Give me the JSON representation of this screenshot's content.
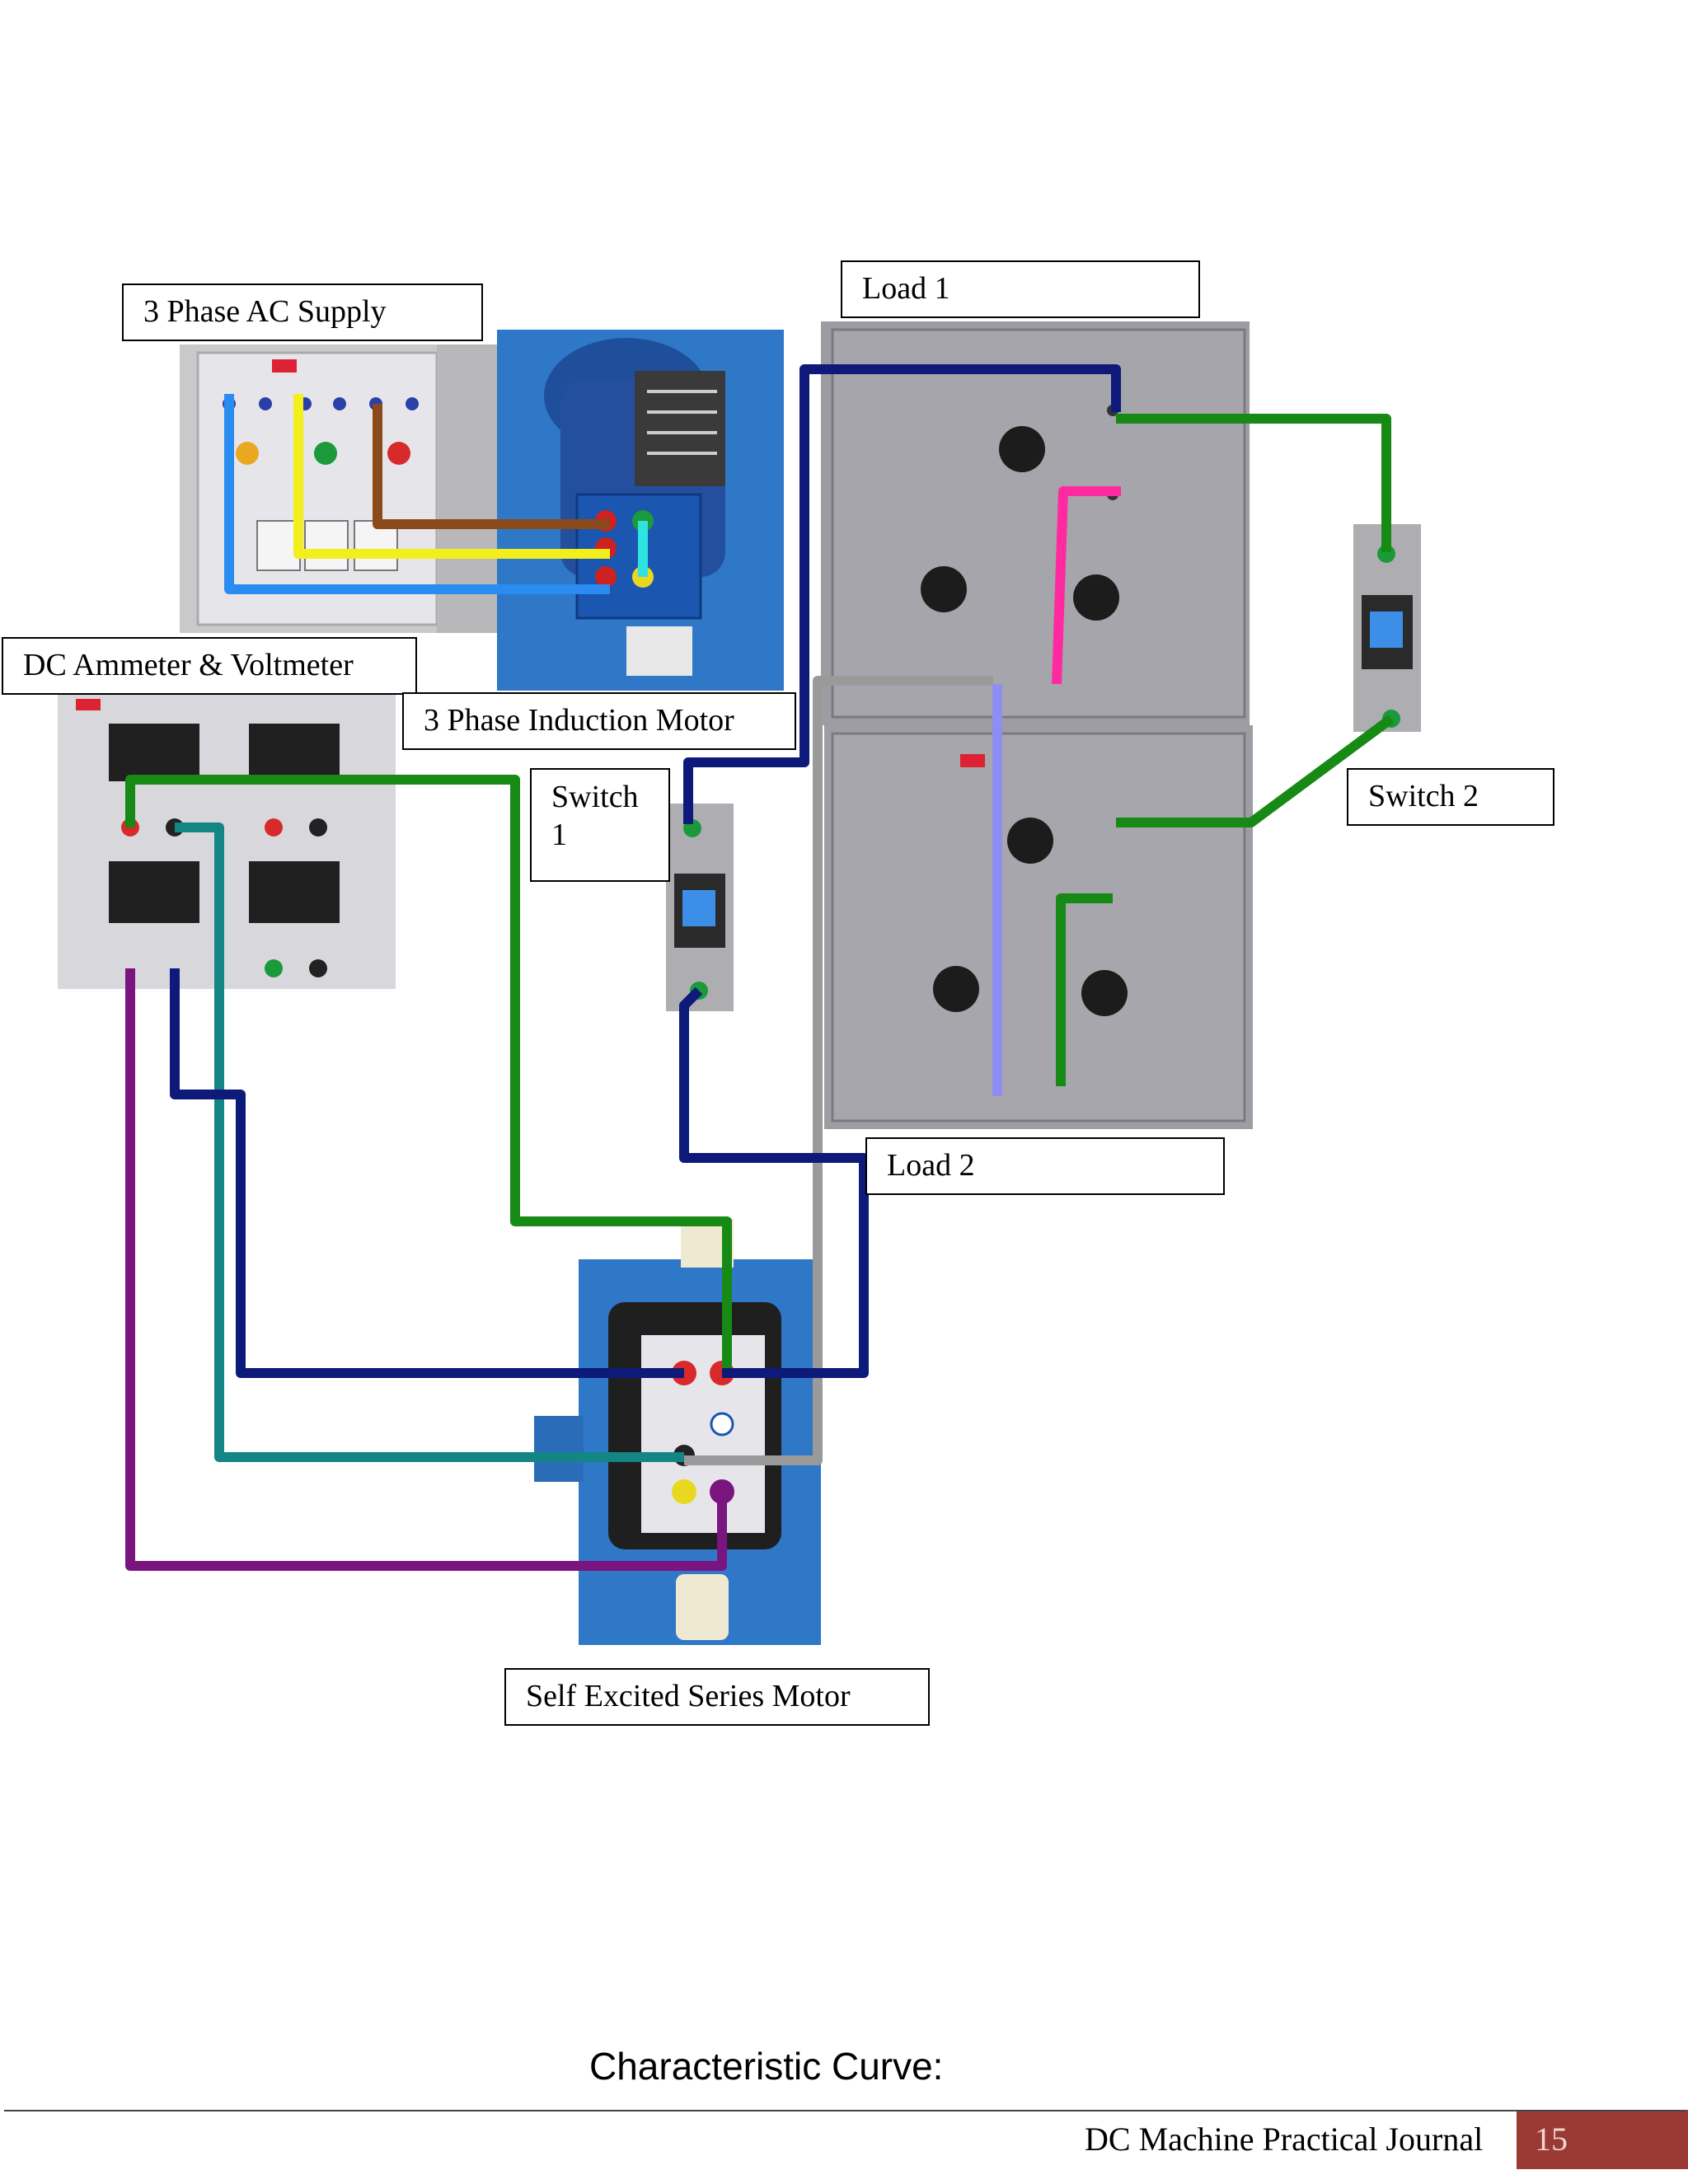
{
  "labels": {
    "ac_supply": "3 Phase AC Supply",
    "induction_motor": "3 Phase Induction Motor",
    "dc_meters": "DC Ammeter & Voltmeter",
    "load1": "Load 1",
    "load2": "Load 2",
    "switch1": "Switch 1",
    "switch2": "Switch 2",
    "series_motor": "Self Excited Series Motor"
  },
  "heading": "Characteristic Curve:",
  "footer": {
    "title": "DC Machine Practical Journal",
    "page": "15"
  },
  "colors": {
    "accent_footer": "#9b3a34",
    "equipment_blue": "#2f78c8",
    "panel_grey": "#9a9aa0",
    "wire_navy": "#0d1a7a",
    "wire_green": "#168a14",
    "wire_teal": "#138585",
    "wire_purple": "#7a1580",
    "wire_grey": "#9a9a9a",
    "wire_lavender": "#8f8cf2",
    "wire_pink": "#ff2aa0",
    "wire_yellow": "#f3ef1c",
    "wire_brown": "#8a4a1c",
    "wire_lightblue": "#2a8cf0",
    "wire_cyan": "#2fe3e0"
  }
}
